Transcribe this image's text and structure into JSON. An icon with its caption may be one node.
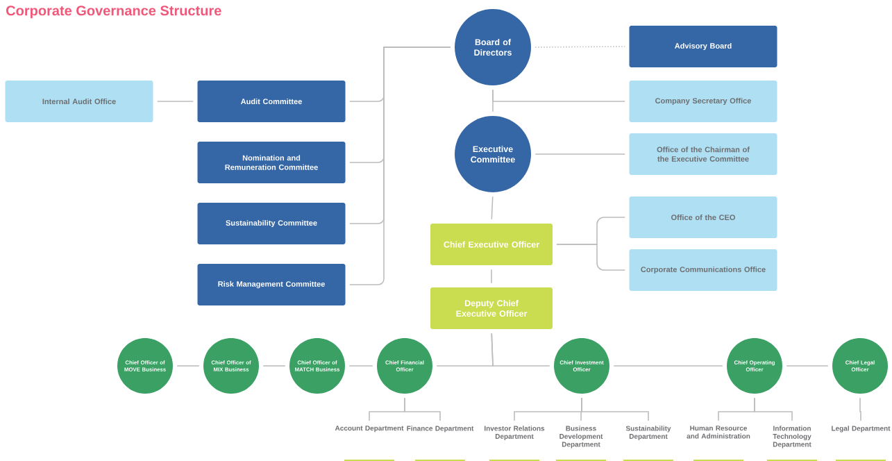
{
  "diagram": {
    "title": "Corporate Governance Structure",
    "nodes": [
      {
        "text": [
          "Board of Directors"
        ]
      },
      {
        "text": [
          "Advisory Board"
        ]
      },
      {
        "text": [
          "Internal Audit Office"
        ]
      },
      {
        "text": [
          "Audit Committee"
        ]
      },
      {
        "text": [
          "Company Secretary Office"
        ]
      },
      {
        "text": [
          "Executive Committee"
        ]
      },
      {
        "text": [
          "Nomination and Remuneration Committee"
        ]
      },
      {
        "text": [
          "Office of the Chairman of the Executive Committee"
        ]
      },
      {
        "text": [
          "Sustainability Committee"
        ]
      },
      {
        "text": [
          "Office of the CEO"
        ]
      },
      {
        "text": [
          "Chief Executive Officer"
        ]
      },
      {
        "text": [
          "Corporate Communications Office"
        ]
      },
      {
        "text": [
          "Risk Management Committee"
        ]
      },
      {
        "text": [
          "Deputy Chief Executive Officer"
        ]
      },
      {
        "text": [
          "Chief Officer of MOVE Business"
        ]
      },
      {
        "text": [
          "Chief Officer of MIX Business"
        ]
      },
      {
        "text": [
          "Chief Officer of MATCH Business"
        ]
      },
      {
        "text": [
          "Chief Financial Officer"
        ]
      },
      {
        "text": [
          "Chief Investment Officer"
        ]
      },
      {
        "text": [
          "Chief Operating Officer"
        ]
      },
      {
        "text": [
          "Chief Legal Officer"
        ]
      },
      {
        "text": [
          "Account Department"
        ]
      },
      {
        "text": [
          "Finance Department"
        ]
      },
      {
        "text": [
          "Investor Relations Department"
        ]
      },
      {
        "text": [
          "Business Development Department"
        ]
      },
      {
        "text": [
          "Sustainability Department"
        ]
      },
      {
        "text": [
          "Human Resource and Administration"
        ]
      },
      {
        "text": [
          "Information Technology Department"
        ]
      },
      {
        "text": [
          "Legal Department"
        ]
      }
    ],
    "edges": [
      {
        "from": 0,
        "to": 1,
        "arrow": "none",
        "style": "dashed"
      },
      {
        "from": 2,
        "to": 3,
        "arrow": "none"
      },
      {
        "from": 0,
        "to": 3,
        "arrow": "none"
      },
      {
        "from": 0,
        "to": 6,
        "arrow": "none"
      },
      {
        "from": 0,
        "to": 8,
        "arrow": "none"
      },
      {
        "from": 0,
        "to": 12,
        "arrow": "none"
      },
      {
        "from": 0,
        "to": 4,
        "arrow": "none"
      },
      {
        "from": 0,
        "to": 5,
        "arrow": "none"
      },
      {
        "from": 5,
        "to": 7,
        "arrow": "none"
      },
      {
        "from": 5,
        "to": 10,
        "arrow": "none"
      },
      {
        "from": 10,
        "to": 9,
        "arrow": "none"
      },
      {
        "from": 10,
        "to": 11,
        "arrow": "none"
      },
      {
        "from": 10,
        "to": 13,
        "arrow": "none"
      },
      {
        "from": 14,
        "to": 15,
        "arrow": "none"
      },
      {
        "from": 15,
        "to": 16,
        "arrow": "none"
      },
      {
        "from": 16,
        "to": 17,
        "arrow": "none"
      },
      {
        "from": 13,
        "to": 17,
        "arrow": "none"
      },
      {
        "from": 13,
        "to": 18,
        "arrow": "none"
      },
      {
        "from": 18,
        "to": 19,
        "arrow": "none"
      },
      {
        "from": 19,
        "to": 20,
        "arrow": "none"
      },
      {
        "from": 17,
        "to": 21,
        "arrow": "none"
      },
      {
        "from": 17,
        "to": 22,
        "arrow": "none"
      },
      {
        "from": 18,
        "to": 23,
        "arrow": "none"
      },
      {
        "from": 18,
        "to": 24,
        "arrow": "none"
      },
      {
        "from": 18,
        "to": 25,
        "arrow": "none"
      },
      {
        "from": 19,
        "to": 26,
        "arrow": "none"
      },
      {
        "from": 19,
        "to": 27,
        "arrow": "none"
      },
      {
        "from": 20,
        "to": 28,
        "arrow": "none"
      }
    ]
  }
}
